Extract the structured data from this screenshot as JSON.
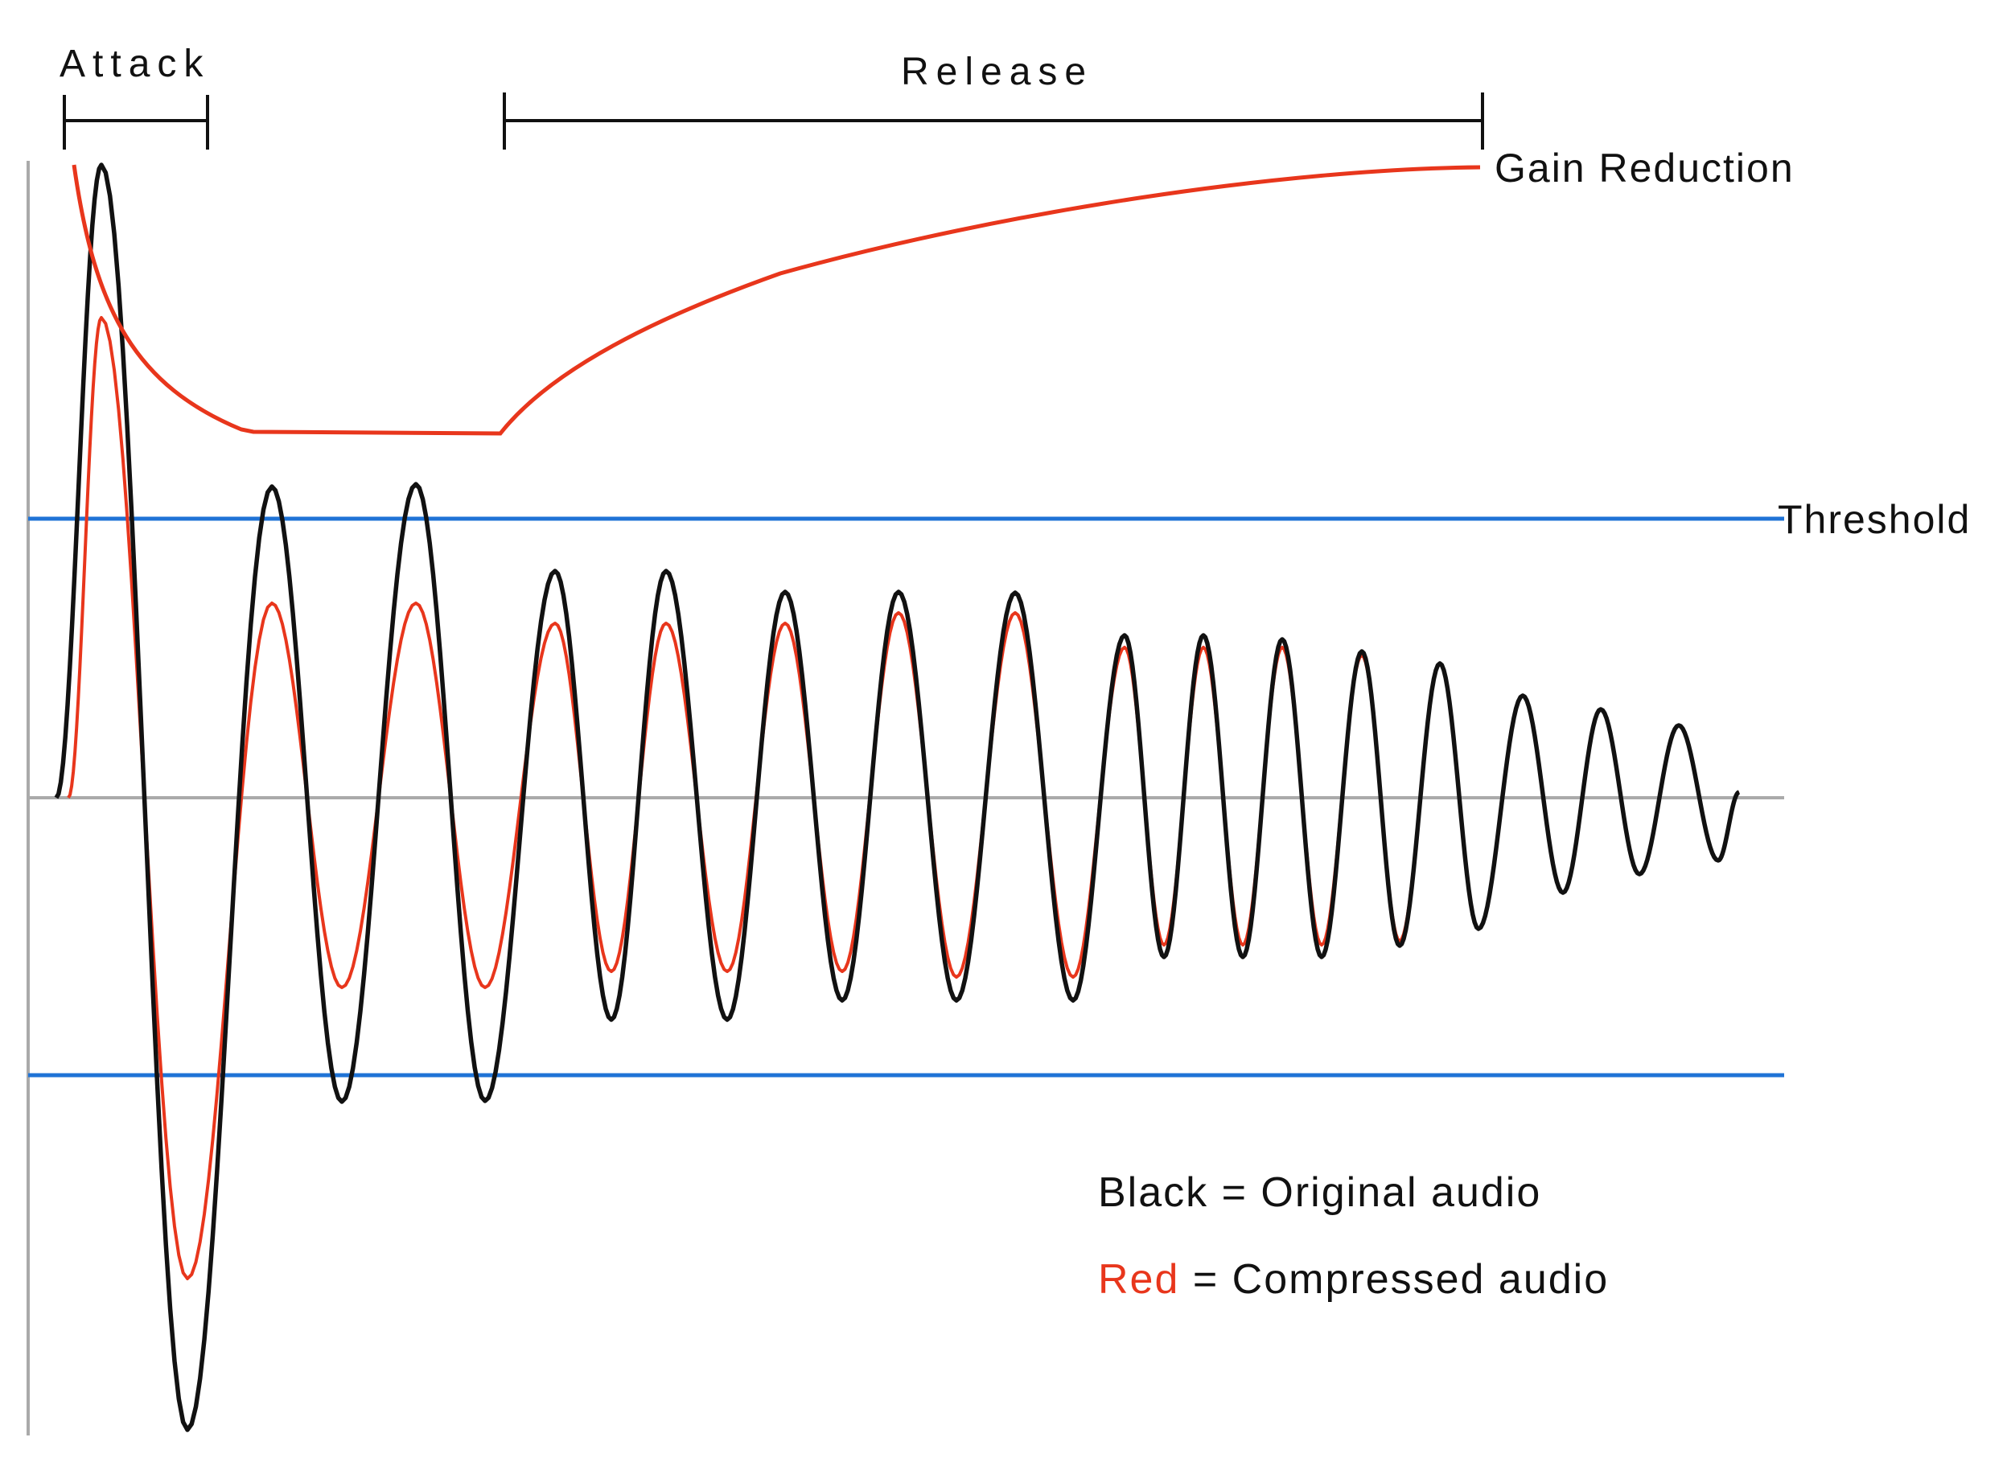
{
  "labels": {
    "attack": "Attack",
    "release": "Release",
    "gain_reduction": "Gain Reduction",
    "threshold": "Threshold"
  },
  "legend": {
    "black_word": "Black",
    "black_rest": " = Original audio",
    "red_word": "Red",
    "red_rest": " = Compressed audio"
  },
  "colors": {
    "original": "#111111",
    "compressed": "#e8361c",
    "gain_reduction": "#e8361c",
    "threshold": "#1f73d6",
    "axis": "#aaaaaa",
    "text": "#111111"
  }
}
